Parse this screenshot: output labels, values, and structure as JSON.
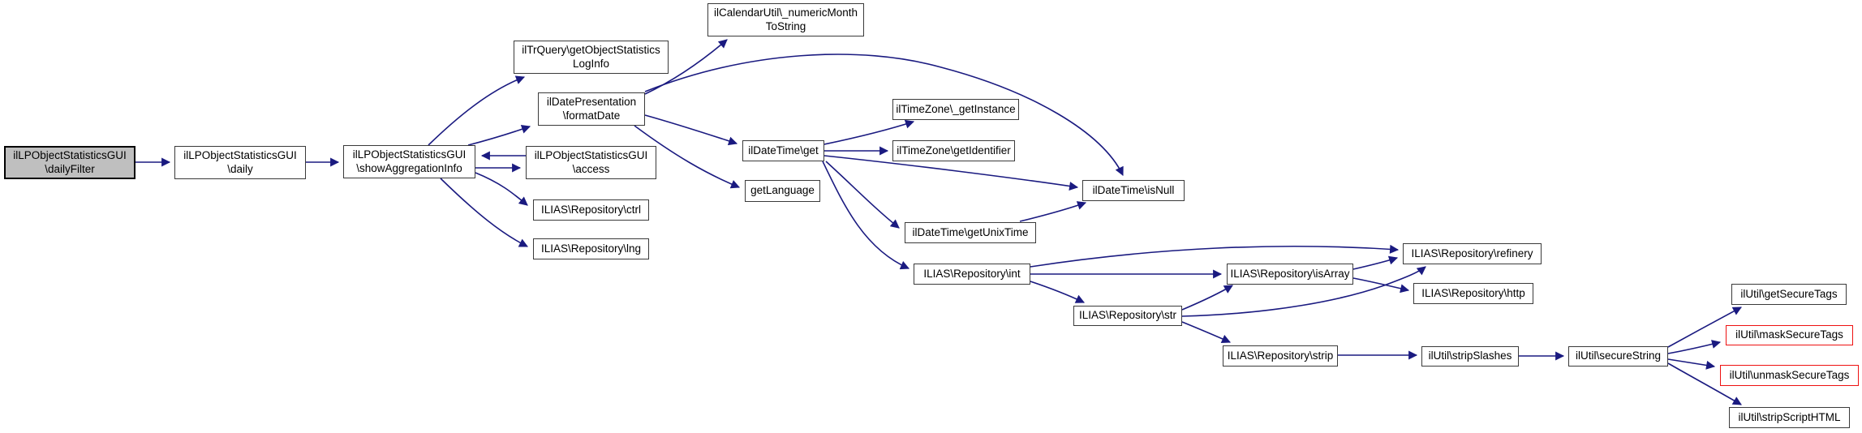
{
  "graph": {
    "type": "call-graph",
    "colors": {
      "edge": "#1a1a80",
      "node_border": "#3a3a3a",
      "node_fill": "#ffffff",
      "current_node_fill": "#bfbfbf",
      "current_node_border": "#000000",
      "highlight_border": "#ee1111",
      "text": "#000000",
      "background": "#ffffff"
    },
    "nodes": {
      "dailyFilter": {
        "label": "ilLPObjectStatisticsGUI\n\\dailyFilter",
        "style": "current"
      },
      "daily": {
        "label": "ilLPObjectStatisticsGUI\n\\daily",
        "style": "default"
      },
      "showAggregationInfo": {
        "label": "ilLPObjectStatisticsGUI\n\\showAggregationInfo",
        "style": "default"
      },
      "numericMonthToString": {
        "label": "ilCalendarUtil\\_numericMonth\nToString",
        "style": "default"
      },
      "getObjectStatisticsLogInfo": {
        "label": "ilTrQuery\\getObjectStatistics\nLogInfo",
        "style": "default"
      },
      "formatDate": {
        "label": "ilDatePresentation\n\\formatDate",
        "style": "default"
      },
      "access": {
        "label": "ilLPObjectStatisticsGUI\n\\access",
        "style": "default"
      },
      "ctrl": {
        "label": "ILIAS\\Repository\\ctrl",
        "style": "default"
      },
      "lng": {
        "label": "ILIAS\\Repository\\lng",
        "style": "default"
      },
      "get": {
        "label": "ilDateTime\\get",
        "style": "default"
      },
      "getInstance": {
        "label": "ilTimeZone\\_getInstance",
        "style": "default"
      },
      "getIdentifier": {
        "label": "ilTimeZone\\getIdentifier",
        "style": "default"
      },
      "getLanguage": {
        "label": "getLanguage",
        "style": "default"
      },
      "isNull": {
        "label": "ilDateTime\\isNull",
        "style": "default"
      },
      "getUnixTime": {
        "label": "ilDateTime\\getUnixTime",
        "style": "default"
      },
      "int": {
        "label": "ILIAS\\Repository\\int",
        "style": "default"
      },
      "isArray": {
        "label": "ILIAS\\Repository\\isArray",
        "style": "default"
      },
      "refinery": {
        "label": "ILIAS\\Repository\\refinery",
        "style": "default"
      },
      "http": {
        "label": "ILIAS\\Repository\\http",
        "style": "default"
      },
      "str": {
        "label": "ILIAS\\Repository\\str",
        "style": "default"
      },
      "strip": {
        "label": "ILIAS\\Repository\\strip",
        "style": "default"
      },
      "stripSlashes": {
        "label": "ilUtil\\stripSlashes",
        "style": "default"
      },
      "secureString": {
        "label": "ilUtil\\secureString",
        "style": "default"
      },
      "getSecureTags": {
        "label": "ilUtil\\getSecureTags",
        "style": "default"
      },
      "maskSecureTags": {
        "label": "ilUtil\\maskSecureTags",
        "style": "highlight"
      },
      "unmaskSecureTags": {
        "label": "ilUtil\\unmaskSecureTags",
        "style": "highlight"
      },
      "stripScriptHTML": {
        "label": "ilUtil\\stripScriptHTML",
        "style": "default"
      }
    },
    "edges": [
      {
        "from": "dailyFilter",
        "to": "daily"
      },
      {
        "from": "daily",
        "to": "showAggregationInfo"
      },
      {
        "from": "showAggregationInfo",
        "to": "getObjectStatisticsLogInfo"
      },
      {
        "from": "showAggregationInfo",
        "to": "formatDate"
      },
      {
        "from": "showAggregationInfo",
        "to": "access"
      },
      {
        "from": "access",
        "to": "showAggregationInfo"
      },
      {
        "from": "showAggregationInfo",
        "to": "ctrl"
      },
      {
        "from": "showAggregationInfo",
        "to": "lng"
      },
      {
        "from": "formatDate",
        "to": "numericMonthToString"
      },
      {
        "from": "formatDate",
        "to": "isNull"
      },
      {
        "from": "formatDate",
        "to": "get"
      },
      {
        "from": "formatDate",
        "to": "getLanguage"
      },
      {
        "from": "get",
        "to": "getInstance"
      },
      {
        "from": "get",
        "to": "getIdentifier"
      },
      {
        "from": "get",
        "to": "isNull"
      },
      {
        "from": "get",
        "to": "getUnixTime"
      },
      {
        "from": "get",
        "to": "int"
      },
      {
        "from": "getUnixTime",
        "to": "isNull"
      },
      {
        "from": "int",
        "to": "refinery"
      },
      {
        "from": "int",
        "to": "isArray"
      },
      {
        "from": "int",
        "to": "str"
      },
      {
        "from": "str",
        "to": "isArray"
      },
      {
        "from": "str",
        "to": "refinery"
      },
      {
        "from": "str",
        "to": "strip"
      },
      {
        "from": "isArray",
        "to": "refinery"
      },
      {
        "from": "isArray",
        "to": "http"
      },
      {
        "from": "strip",
        "to": "stripSlashes"
      },
      {
        "from": "stripSlashes",
        "to": "secureString"
      },
      {
        "from": "secureString",
        "to": "getSecureTags"
      },
      {
        "from": "secureString",
        "to": "maskSecureTags"
      },
      {
        "from": "secureString",
        "to": "unmaskSecureTags"
      },
      {
        "from": "secureString",
        "to": "stripScriptHTML"
      }
    ]
  }
}
